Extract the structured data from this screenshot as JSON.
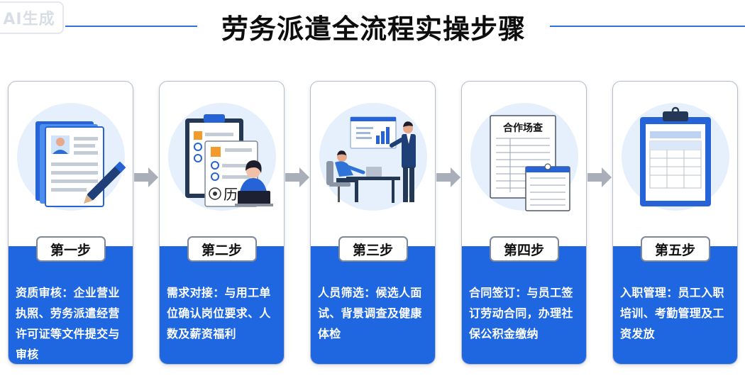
{
  "watermark": "AI生成",
  "title": "劳务派遣全流程实操步骤",
  "steps": [
    {
      "label": "第一步",
      "text": "资质审核：企业营业执照、劳务派遣经营许可证等文件提交与审核"
    },
    {
      "label": "第二步",
      "text": "需求对接：与用工单位确认岗位要求、人数及薪资福利"
    },
    {
      "label": "第三步",
      "text": "人员筛选：候选人面试、背景调查及健康体检"
    },
    {
      "label": "第四步",
      "text": "合同签订：与员工签订劳动合同，办理社保公积金缴纳",
      "doc_title": "合作场查"
    },
    {
      "label": "第五步",
      "text": "入职管理：员工入职培训、考勤管理及工资发放"
    }
  ],
  "resume_char": "历",
  "colors": {
    "primary": "#1f67e0",
    "circle_bg": "#e6f0fc",
    "arrow": "#a9afb8"
  },
  "icons": [
    "resume-pen-icon",
    "clipboard-candidate-icon",
    "interview-presentation-icon",
    "contract-document-icon",
    "clipboard-table-icon",
    "arrow-right-icon"
  ]
}
